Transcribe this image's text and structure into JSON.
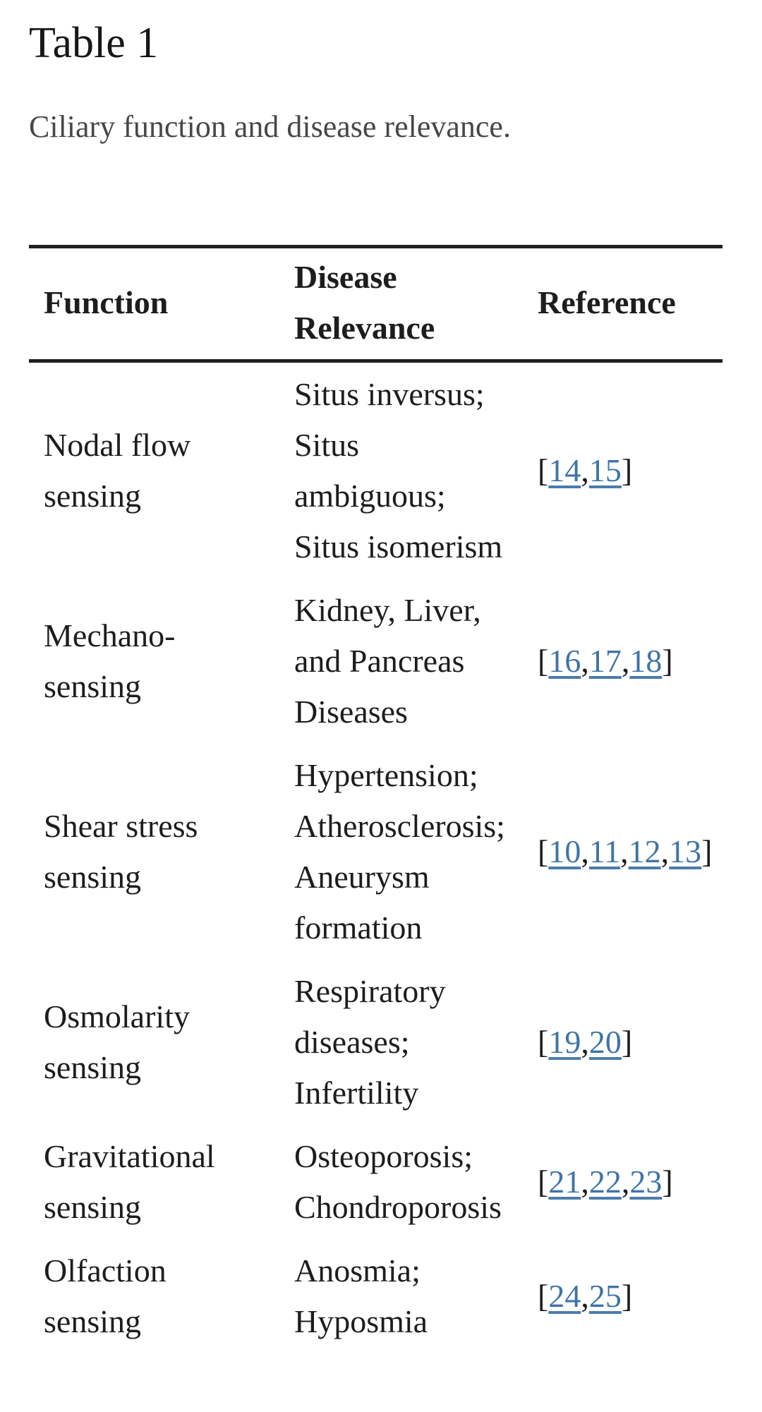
{
  "page": {
    "background": "#ffffff"
  },
  "colors": {
    "text": "#1d1d1d",
    "caption_text": "#474747",
    "rule": "#1f1f1f",
    "link": "#3e74a8"
  },
  "title": "Table 1",
  "caption": "Ciliary function and disease relevance.",
  "table": {
    "headers": [
      {
        "id": "function",
        "lines": [
          "Function"
        ]
      },
      {
        "id": "disease-relevance",
        "lines": [
          "Disease",
          "Relevance"
        ]
      },
      {
        "id": "reference",
        "lines": [
          "Reference"
        ]
      }
    ],
    "reference_open_bracket": "[",
    "reference_close_bracket": "]",
    "reference_separator": ",",
    "rows": [
      {
        "function_lines": [
          "Nodal flow",
          "sensing"
        ],
        "disease_lines": [
          "Situs inversus;",
          "Situs",
          "ambiguous;",
          "Situs isomerism"
        ],
        "references": [
          "14",
          "15"
        ]
      },
      {
        "function_lines": [
          "Mechano-",
          "sensing"
        ],
        "disease_lines": [
          "Kidney, Liver,",
          "and Pancreas",
          "Diseases"
        ],
        "references": [
          "16",
          "17",
          "18"
        ]
      },
      {
        "function_lines": [
          "Shear stress",
          "sensing"
        ],
        "disease_lines": [
          "Hypertension;",
          "Atherosclerosis;",
          "Aneurysm",
          "formation"
        ],
        "references": [
          "10",
          "11",
          "12",
          "13"
        ]
      },
      {
        "function_lines": [
          "Osmolarity",
          "sensing"
        ],
        "disease_lines": [
          "Respiratory",
          "diseases;",
          "Infertility"
        ],
        "references": [
          "19",
          "20"
        ]
      },
      {
        "function_lines": [
          "Gravitational",
          "sensing"
        ],
        "disease_lines": [
          "Osteoporosis;",
          "Chondroporosis"
        ],
        "references": [
          "21",
          "22",
          "23"
        ]
      },
      {
        "function_lines": [
          "Olfaction",
          "sensing"
        ],
        "disease_lines": [
          "Anosmia;",
          "Hyposmia"
        ],
        "references": [
          "24",
          "25"
        ]
      }
    ]
  }
}
